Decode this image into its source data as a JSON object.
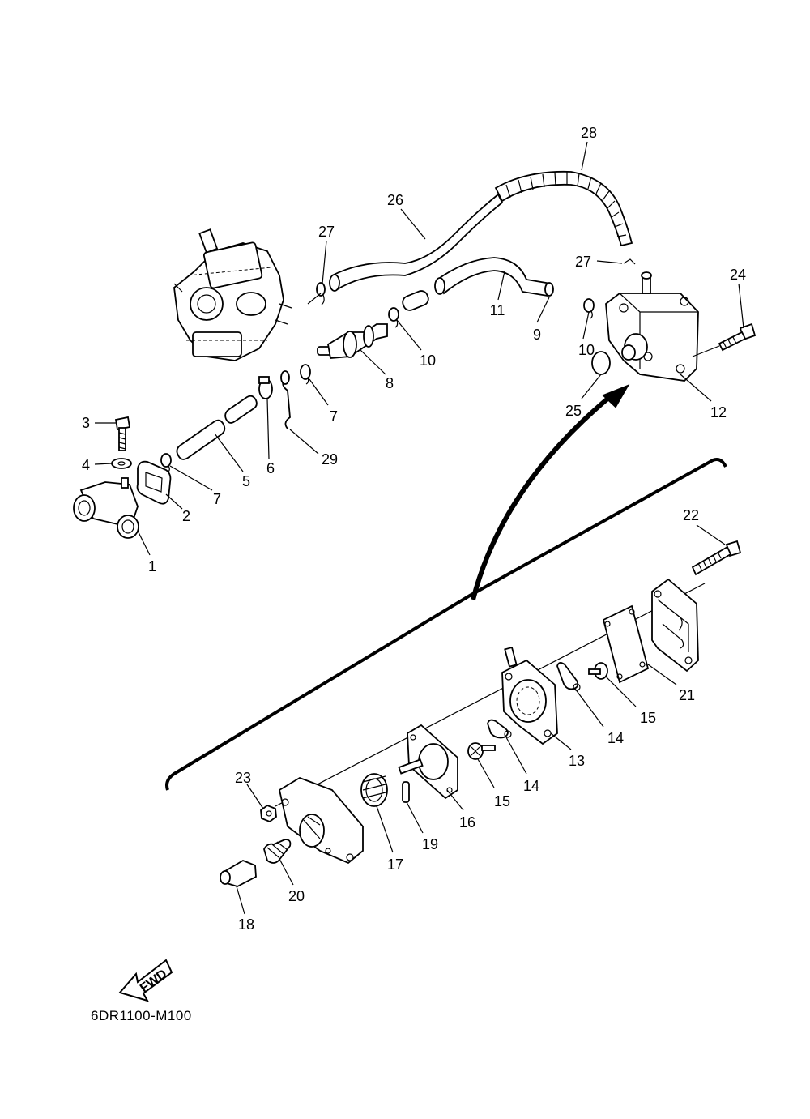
{
  "diagram": {
    "code": "6DR1100-M100",
    "fwd_label": "FWD",
    "callouts": [
      {
        "id": "c1",
        "label": "1"
      },
      {
        "id": "c2",
        "label": "2"
      },
      {
        "id": "c3",
        "label": "3"
      },
      {
        "id": "c4",
        "label": "4"
      },
      {
        "id": "c5",
        "label": "5"
      },
      {
        "id": "c6",
        "label": "6"
      },
      {
        "id": "c7a",
        "label": "7"
      },
      {
        "id": "c7b",
        "label": "7"
      },
      {
        "id": "c8",
        "label": "8"
      },
      {
        "id": "c9",
        "label": "9"
      },
      {
        "id": "c10a",
        "label": "10"
      },
      {
        "id": "c10b",
        "label": "10"
      },
      {
        "id": "c11",
        "label": "11"
      },
      {
        "id": "c12",
        "label": "12"
      },
      {
        "id": "c13",
        "label": "13"
      },
      {
        "id": "c14a",
        "label": "14"
      },
      {
        "id": "c14b",
        "label": "14"
      },
      {
        "id": "c15a",
        "label": "15"
      },
      {
        "id": "c15b",
        "label": "15"
      },
      {
        "id": "c16",
        "label": "16"
      },
      {
        "id": "c17",
        "label": "17"
      },
      {
        "id": "c18",
        "label": "18"
      },
      {
        "id": "c19",
        "label": "19"
      },
      {
        "id": "c20",
        "label": "20"
      },
      {
        "id": "c21",
        "label": "21"
      },
      {
        "id": "c22",
        "label": "22"
      },
      {
        "id": "c23",
        "label": "23"
      },
      {
        "id": "c24",
        "label": "24"
      },
      {
        "id": "c25",
        "label": "25"
      },
      {
        "id": "c26",
        "label": "26"
      },
      {
        "id": "c27a",
        "label": "27"
      },
      {
        "id": "c27b",
        "label": "27"
      },
      {
        "id": "c28",
        "label": "28"
      },
      {
        "id": "c29",
        "label": "29"
      }
    ]
  }
}
